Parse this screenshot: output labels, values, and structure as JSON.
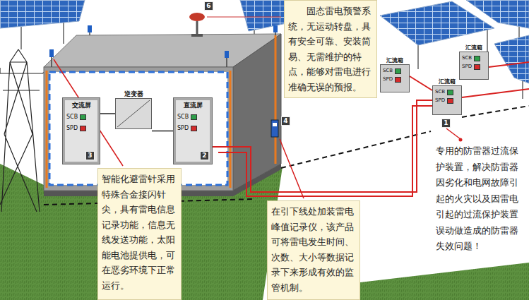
{
  "diagram": {
    "nodes": [
      {
        "text": [
          "固态雷电预警系统，无运动转盘，具有安全可靠、安装简易、无需维护的特点，能够对雷电进行准确无误的预报。"
        ]
      },
      {
        "text": [
          "汇流箱",
          "SCB",
          "SPD"
        ]
      },
      {
        "text": [
          "汇流箱",
          "SCB",
          "SPD"
        ]
      },
      {
        "text": [
          "汇流箱",
          "SCB",
          "SPD"
        ]
      },
      {
        "text": [
          "交流屏",
          "SCB",
          "SPD"
        ]
      },
      {
        "text": [
          "逆变器"
        ]
      },
      {
        "text": [
          "直流屏",
          "SCB",
          "SPD"
        ]
      },
      {
        "text": [
          "智能化避雷针采用特殊合金接闪针尖，具有雷电信息记录功能，信息无线发送功能，太阳能电池提供电，可在恶劣环境下正常运行。"
        ]
      },
      {
        "text": [
          "在引下线处加装雷电峰值记录仪，该产品可将雷电发生时间、次数、大小等数据记录下来形成有效的监管机制。"
        ]
      }
    ],
    "edges": [
      {
        "from": 4,
        "to": 5,
        "arrow": "none"
      },
      {
        "from": 5,
        "to": 6,
        "arrow": "none"
      },
      {
        "from": 6,
        "to": 3,
        "arrow": "none"
      }
    ],
    "labels": [
      "6",
      "4",
      "3",
      "2",
      "1",
      "专用的防雷器过流保护装置，解决防雷器因劣化和电网故障引起的火灾以及因雷电引起的过流保护装置误动做造成的防雷器失效问题！"
    ]
  }
}
